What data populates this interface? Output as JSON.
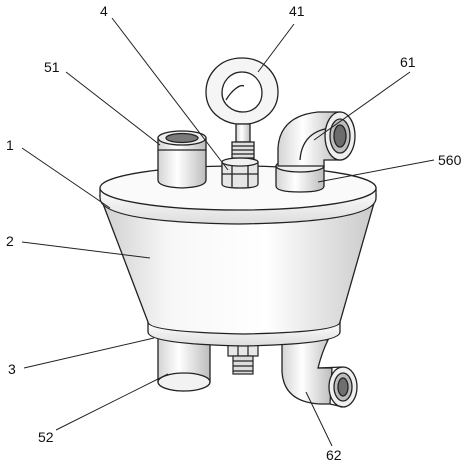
{
  "labels": {
    "l1": "1",
    "l2": "2",
    "l3": "3",
    "l4": "4",
    "l41": "41",
    "l51": "51",
    "l52": "52",
    "l61": "61",
    "l62": "62",
    "l560": "560"
  },
  "colors": {
    "line": "#222222",
    "body_fill": "#f4f4f4",
    "shade": "#d9d9d9",
    "background": "#ffffff"
  }
}
